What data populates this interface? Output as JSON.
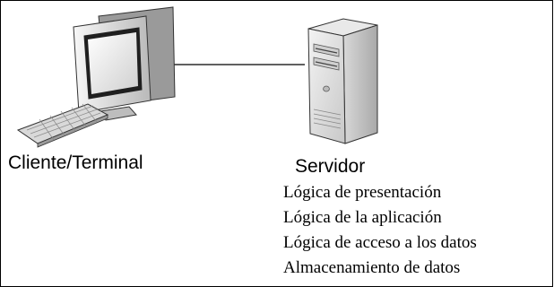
{
  "client": {
    "label": "Cliente/Terminal",
    "icon": "desktop-computer-icon"
  },
  "server": {
    "label": "Servidor",
    "icon": "tower-server-icon",
    "layers": [
      "Lógica de presentación",
      "Lógica de la aplicación",
      "Lógica de acceso a los datos",
      "Almacenamiento de datos"
    ]
  }
}
